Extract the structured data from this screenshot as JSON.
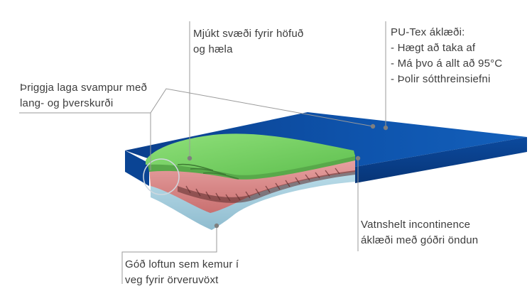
{
  "callouts": {
    "head_heel": {
      "lines": [
        "Mjúkt svæði fyrir höfuð",
        "og hæla"
      ]
    },
    "pu_tex": {
      "lines": [
        "PU-Tex áklæði:",
        "- Hægt að taka af",
        "- Má þvo á allt að 95°C",
        "- Þolir sótthreinsiefni"
      ]
    },
    "sponge": {
      "lines": [
        "Þriggja laga svampur með",
        "lang- og þverskurði"
      ]
    },
    "incontinence": {
      "lines": [
        "Vatnshelt incontinence",
        "áklæði með góðri öndun"
      ]
    },
    "ventilation": {
      "lines": [
        "Góð loftun sem kemur í",
        "veg fyrir örveruvöxt"
      ]
    }
  },
  "colors": {
    "cover_blue": "#0d4fa6",
    "cover_blue_dark": "#083a80",
    "foam_green": "#7fd36a",
    "foam_pink": "#d98a8a",
    "base_lightblue": "#a9cfe0",
    "leader_line": "#8a8a8a"
  }
}
